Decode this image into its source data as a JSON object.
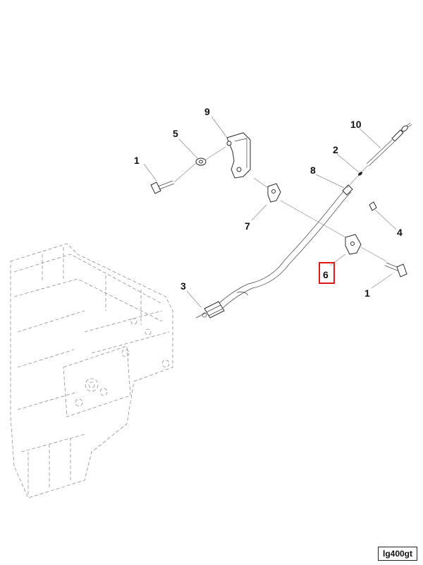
{
  "callouts": {
    "c1a": "1",
    "c1b": "1",
    "c2": "2",
    "c3": "3",
    "c4": "4",
    "c5": "5",
    "c6": "6",
    "c7": "7",
    "c8": "8",
    "c9": "9",
    "c10": "10"
  },
  "reference_code": "lg400gt",
  "highlight_color": "#e01818"
}
